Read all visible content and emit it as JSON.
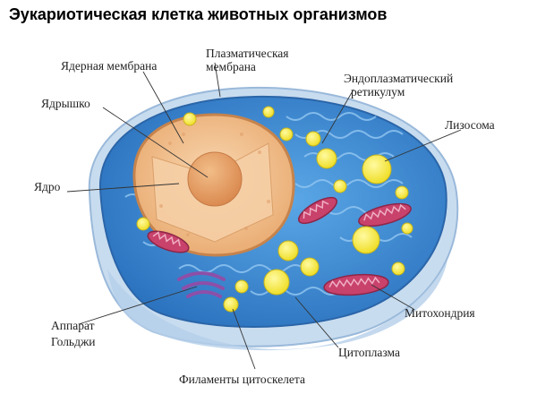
{
  "title": "Эукариотическая клетка животных организмов",
  "labels": {
    "nuclear_membrane": "Ядерная мембрана",
    "plasma_membrane": [
      "Плазматическая",
      "мембрана"
    ],
    "er": [
      "Эндоплазматический",
      "ретикулум"
    ],
    "nucleolus": "Ядрышко",
    "lysosome": "Лизосома",
    "nucleus": "Ядро",
    "golgi": [
      "Аппарат",
      "Гольджи"
    ],
    "mitochondria": "Митохондрия",
    "cytoplasm": "Цитоплазма",
    "cytoskeleton": "Филаменты цитоскелета"
  },
  "colors": {
    "cytoplasm": "#3f8fd6",
    "cell_rim": "#a9c9e8",
    "nucleus": "#f4c69a",
    "nucleolus": "#e8a066",
    "lysosome": "#f7ee3a",
    "mitochondria": "#c8426c",
    "golgi": "#8d4fa8"
  }
}
